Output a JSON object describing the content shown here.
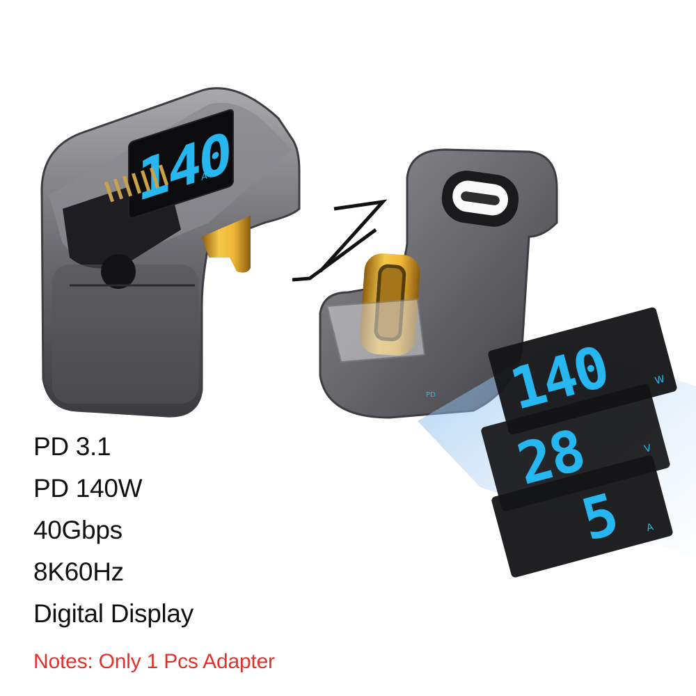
{
  "features": [
    "PD 3.1",
    "PD 140W",
    "40Gbps",
    "8K60Hz",
    "Digital Display"
  ],
  "note": "Notes: Only 1 Pcs Adapter",
  "display": {
    "main_reading": "140",
    "panel_1_reading": "140",
    "panel_2_reading": "28",
    "panel_3_reading": "5",
    "unit_v": "V",
    "unit_w": "W",
    "unit_a": "A",
    "pd_label": "PD"
  },
  "colors": {
    "led_blue": "#27b7f0",
    "housing_dark": "#2a2a2e",
    "gold": "#e3a92a",
    "note_red": "#e0322b"
  }
}
